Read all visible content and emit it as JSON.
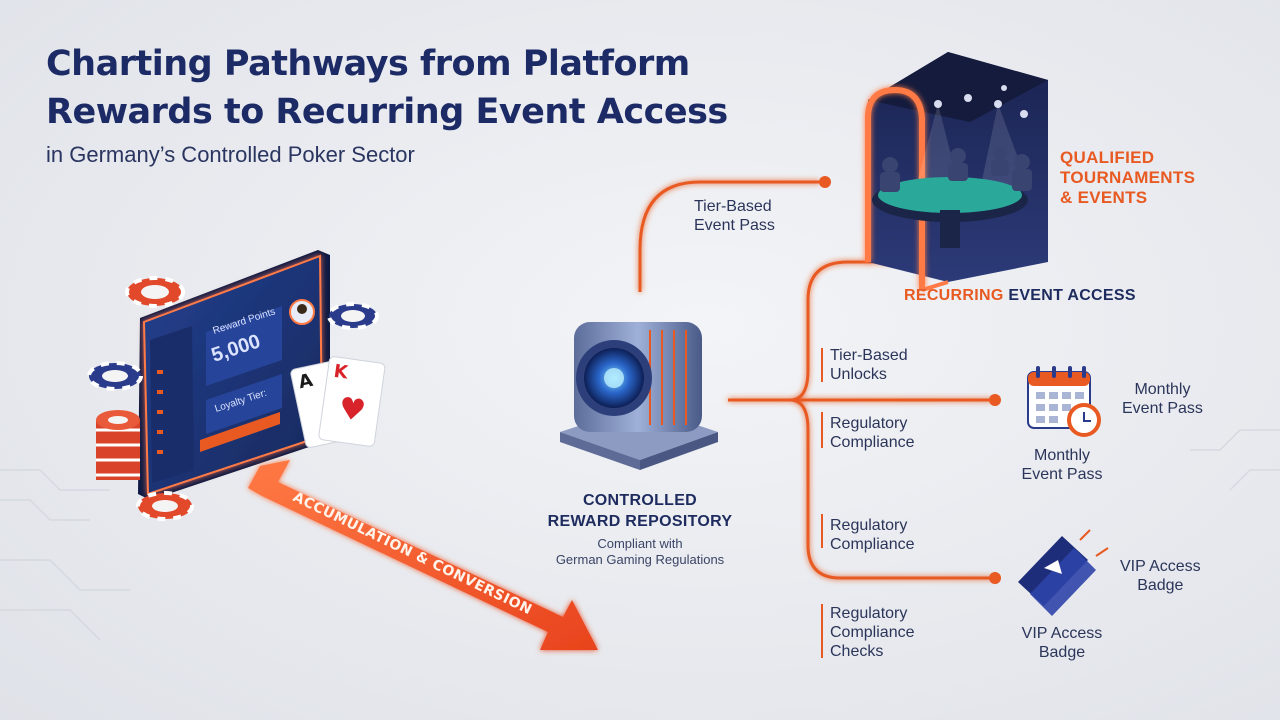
{
  "title_line1": "Charting Pathways from Platform",
  "title_line2": "Rewards to Recurring Event Access",
  "subtitle": "in Germany’s Controlled Poker Sector",
  "platform": {
    "points_label": "Reward Points",
    "points_value": "5,000",
    "tier_label": "Loyalty Tier:"
  },
  "arrow_label": "ACCUMULATION & CONVERSION",
  "repository": {
    "title": "CONTROLLED\nREWARD REPOSITORY",
    "title_line1": "CONTROLLED",
    "title_line2": "REWARD REPOSITORY",
    "note_line1": "Compliant with",
    "note_line2": "German Gaming Regulations"
  },
  "branch_labels": {
    "tier_event_pass": [
      "Tier-Based",
      "Event Pass"
    ],
    "tier_unlocks": [
      "Tier-Based",
      "Unlocks"
    ],
    "reg_compliance_1": [
      "Regulatory",
      "Compliance"
    ],
    "reg_compliance_2": [
      "Regulatory",
      "Compliance"
    ],
    "reg_compliance_checks": [
      "Regulatory",
      "Compliance",
      "Checks"
    ]
  },
  "events": {
    "qualified": [
      "QUALIFIED",
      "TOURNAMENTS",
      "& EVENTS"
    ],
    "recurring_prefix": "RECURRING",
    "recurring_suffix": "EVENT ACCESS"
  },
  "monthly_pass": {
    "side_label": [
      "Monthly",
      "Event Pass"
    ],
    "bottom_label": [
      "Monthly",
      "Event Pass"
    ]
  },
  "vip_badge": {
    "side_label": [
      "VIP Access",
      "Badge"
    ],
    "bottom_label": [
      "VIP Access",
      "Badge"
    ]
  },
  "icons": [
    "poker-chip-icon",
    "playing-card-icon",
    "calendar-icon",
    "clock-icon",
    "ticket-icon",
    "vault-icon",
    "spotlight-icon"
  ],
  "colors": {
    "accent_orange": "#e85a22",
    "navy": "#1c2a66",
    "blue_screen": "#1e3a8a"
  }
}
